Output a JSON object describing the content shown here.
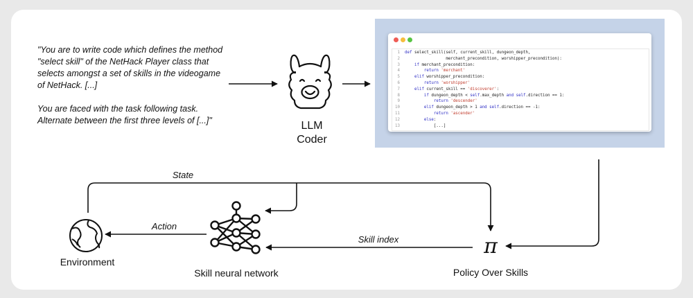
{
  "prompt": {
    "paragraph1": "\"You are to write code which defines the method \"select skill\" of the NetHack Player class that selects amongst a set of skills in the videogame of NetHack. [...]",
    "paragraph2": "You are faced with the task following task. Alternate between the first three levels of [...]\""
  },
  "llm_coder": {
    "line1": "LLM",
    "line2": "Coder",
    "icon": "llama-icon"
  },
  "code_window": {
    "lines": [
      {
        "n": "1",
        "parts": [
          {
            "t": "kw",
            "v": "def "
          },
          {
            "t": "txt",
            "v": "select_skill(self, current_skill, dungeon_depth,"
          }
        ]
      },
      {
        "n": "2",
        "parts": [
          {
            "t": "txt",
            "v": "                 merchant_precondition, worshipper_precondition):"
          }
        ]
      },
      {
        "n": "3",
        "parts": [
          {
            "t": "txt",
            "v": "    "
          },
          {
            "t": "kw",
            "v": "if "
          },
          {
            "t": "txt",
            "v": "merchant_precondition:"
          }
        ]
      },
      {
        "n": "4",
        "parts": [
          {
            "t": "txt",
            "v": "        "
          },
          {
            "t": "kw",
            "v": "return "
          },
          {
            "t": "str",
            "v": "'merchant'"
          }
        ]
      },
      {
        "n": "5",
        "parts": [
          {
            "t": "txt",
            "v": "    "
          },
          {
            "t": "kw",
            "v": "elif "
          },
          {
            "t": "txt",
            "v": "worshipper_precondition:"
          }
        ]
      },
      {
        "n": "6",
        "parts": [
          {
            "t": "txt",
            "v": "        "
          },
          {
            "t": "kw",
            "v": "return "
          },
          {
            "t": "str",
            "v": "'worshipper'"
          }
        ]
      },
      {
        "n": "7",
        "parts": [
          {
            "t": "txt",
            "v": "    "
          },
          {
            "t": "kw",
            "v": "elif "
          },
          {
            "t": "txt",
            "v": "current_skill == "
          },
          {
            "t": "str",
            "v": "'discoverer'"
          },
          {
            "t": "txt",
            "v": ":"
          }
        ]
      },
      {
        "n": "8",
        "parts": [
          {
            "t": "txt",
            "v": "        "
          },
          {
            "t": "kw",
            "v": "if "
          },
          {
            "t": "txt",
            "v": "dungeon_depth < "
          },
          {
            "t": "kw",
            "v": "self"
          },
          {
            "t": "txt",
            "v": ".max_depth "
          },
          {
            "t": "kw",
            "v": "and "
          },
          {
            "t": "kw",
            "v": "self"
          },
          {
            "t": "txt",
            "v": ".direction == 1:"
          }
        ]
      },
      {
        "n": "9",
        "parts": [
          {
            "t": "txt",
            "v": "            "
          },
          {
            "t": "kw",
            "v": "return "
          },
          {
            "t": "str",
            "v": "'descender'"
          }
        ]
      },
      {
        "n": "10",
        "parts": [
          {
            "t": "txt",
            "v": "        "
          },
          {
            "t": "kw",
            "v": "elif "
          },
          {
            "t": "txt",
            "v": "dungeon_depth > 1 "
          },
          {
            "t": "kw",
            "v": "and "
          },
          {
            "t": "kw",
            "v": "self"
          },
          {
            "t": "txt",
            "v": ".direction == -1:"
          }
        ]
      },
      {
        "n": "11",
        "parts": [
          {
            "t": "txt",
            "v": "            "
          },
          {
            "t": "kw",
            "v": "return "
          },
          {
            "t": "str",
            "v": "'ascender'"
          }
        ]
      },
      {
        "n": "12",
        "parts": [
          {
            "t": "txt",
            "v": "        "
          },
          {
            "t": "kw",
            "v": "else"
          },
          {
            "t": "txt",
            "v": ":"
          }
        ]
      },
      {
        "n": "13",
        "parts": [
          {
            "t": "txt",
            "v": "            [...]"
          }
        ]
      }
    ]
  },
  "edges": {
    "state": "State",
    "action": "Action",
    "skill_index": "Skill index"
  },
  "nodes": {
    "environment": {
      "label": "Environment",
      "icon": "globe-icon"
    },
    "skill_network": {
      "label": "Skill neural network",
      "icon": "neural-network-icon"
    },
    "policy": {
      "label": "Policy Over Skills",
      "symbol": "π"
    }
  }
}
